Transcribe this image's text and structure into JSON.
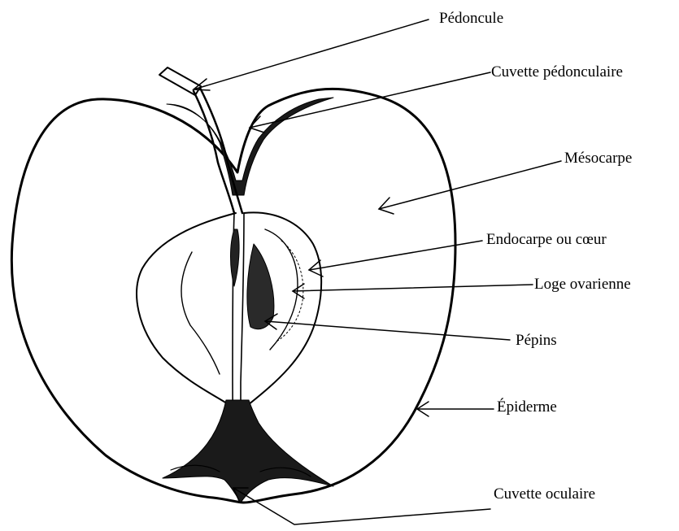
{
  "labels": {
    "pedoncule": "Pédoncule",
    "cuvette_pedonculaire": "Cuvette pédonculaire",
    "mesocarpe": "Mésocarpe",
    "endocarpe": "Endocarpe ou cœur",
    "loge_ovarienne": "Loge ovarienne",
    "pepins": "Pépins",
    "epiderme": "Épiderme",
    "cuvette_oculaire": "Cuvette oculaire"
  }
}
